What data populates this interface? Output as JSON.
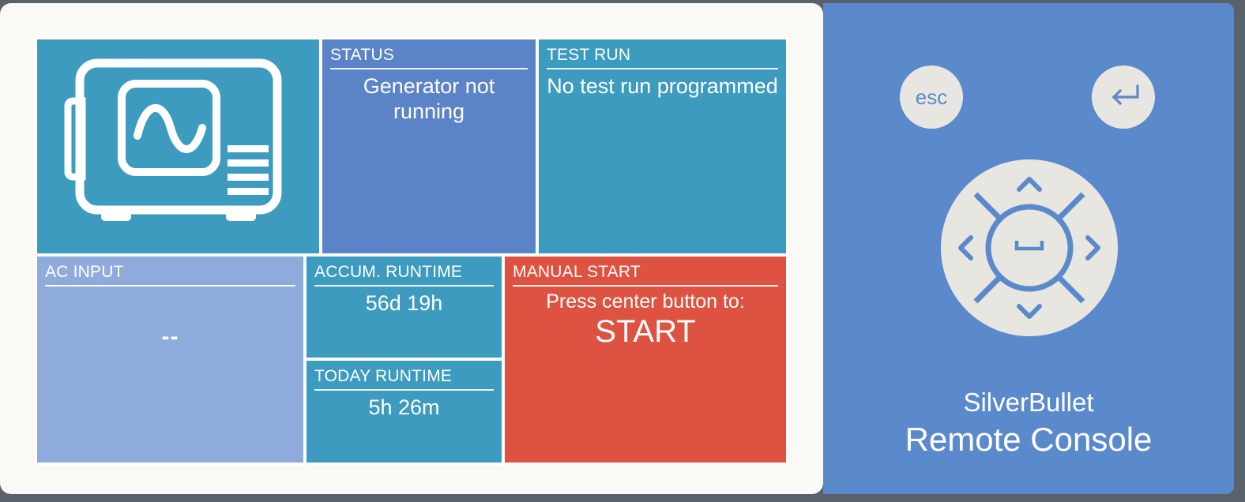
{
  "panels": {
    "generator": {
      "icon": "generator-waveform-icon"
    },
    "status": {
      "title": "STATUS",
      "value": "Generator not running"
    },
    "test_run": {
      "title": "TEST RUN",
      "value": "No test run programmed"
    },
    "ac_input": {
      "title": "AC INPUT",
      "value": "--"
    },
    "accum_runtime": {
      "title": "ACCUM. RUNTIME",
      "value": "56d 19h"
    },
    "today_runtime": {
      "title": "TODAY RUNTIME",
      "value": "5h 26m"
    },
    "manual_start": {
      "title": "MANUAL START",
      "prompt": "Press center button to:",
      "action": "START"
    }
  },
  "console": {
    "esc_label": "esc",
    "enter_icon": "enter-return-icon",
    "dpad": {
      "up_icon": "chevron-up-icon",
      "down_icon": "chevron-down-icon",
      "left_icon": "chevron-left-icon",
      "right_icon": "chevron-right-icon",
      "center_icon": "space-bar-icon"
    },
    "brand_name": "SilverBullet",
    "brand_title": "Remote Console"
  },
  "colors": {
    "teal": "#3d9bc0",
    "indigo": "#5b83c8",
    "steel": "#8eabdc",
    "red": "#dd5240",
    "console_blue": "#5a8acb",
    "card": "#faf9f5",
    "backdrop": "#5a616b"
  }
}
